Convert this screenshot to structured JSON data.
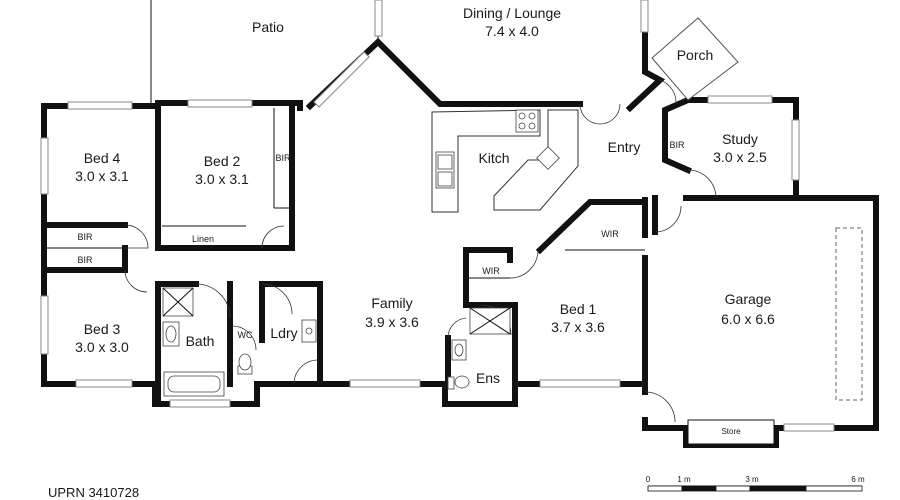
{
  "rooms": {
    "patio": {
      "name": "Patio"
    },
    "dining": {
      "name": "Dining / Lounge",
      "size": "7.4 x 4.0"
    },
    "porch": {
      "name": "Porch"
    },
    "bed4": {
      "name": "Bed 4",
      "size": "3.0 x 3.1"
    },
    "bed2": {
      "name": "Bed 2",
      "size": "3.0 x 3.1"
    },
    "bed3": {
      "name": "Bed 3",
      "size": "3.0 x 3.0"
    },
    "kitch": {
      "name": "Kitch"
    },
    "entry": {
      "name": "Entry"
    },
    "study": {
      "name": "Study",
      "size": "3.0 x 2.5"
    },
    "family": {
      "name": "Family",
      "size": "3.9 x 3.6"
    },
    "bed1": {
      "name": "Bed 1",
      "size": "3.7 x 3.6"
    },
    "garage": {
      "name": "Garage",
      "size": "6.0 x 6.6"
    },
    "bath": {
      "name": "Bath"
    },
    "wc": {
      "name": "WC"
    },
    "ldry": {
      "name": "Ldry"
    },
    "ens": {
      "name": "Ens"
    }
  },
  "small_labels": {
    "bir_bed2": "BIR",
    "bir_study": "BIR",
    "bir_hall1": "BIR",
    "bir_hall2": "BIR",
    "linen": "Linen",
    "wir_bed1": "WIR",
    "wir_ens": "WIR",
    "store": "Store"
  },
  "footer": {
    "uprn": "UPRN 3410728"
  },
  "scale_bar": {
    "ticks": [
      "0",
      "1 m",
      "3 m",
      "6 m"
    ]
  }
}
